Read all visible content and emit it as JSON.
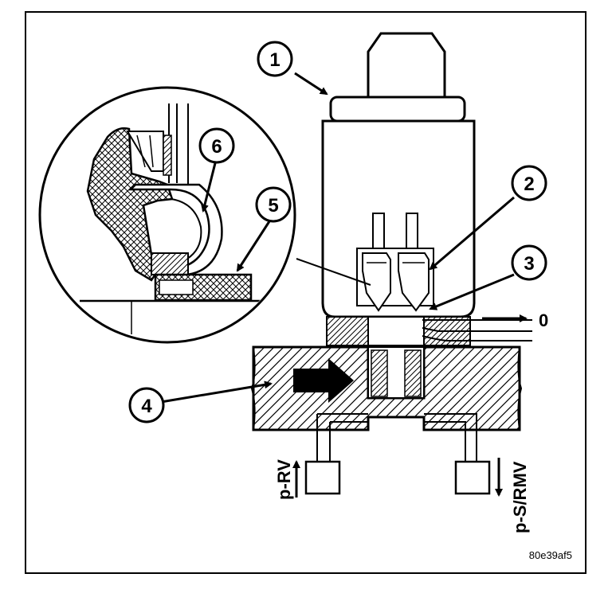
{
  "figure": {
    "callouts": [
      {
        "id": "1",
        "label": "1"
      },
      {
        "id": "2",
        "label": "2"
      },
      {
        "id": "3",
        "label": "3"
      },
      {
        "id": "4",
        "label": "4"
      },
      {
        "id": "5",
        "label": "5"
      },
      {
        "id": "6",
        "label": "6"
      }
    ],
    "flow_labels": {
      "outlet": "0",
      "return": "p-RV",
      "supply": "p-S/RMV"
    },
    "reference_code": "80e39af5"
  }
}
